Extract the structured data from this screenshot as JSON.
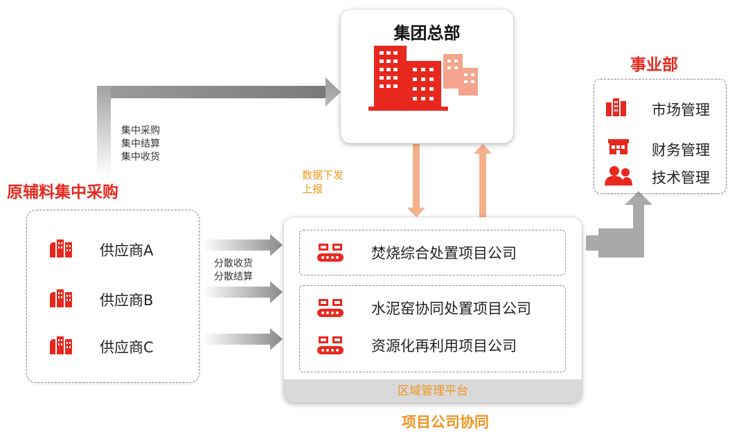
{
  "hq": {
    "title": "集团总部"
  },
  "business_dept": {
    "title": "事业部",
    "items": [
      "市场管理",
      "财务管理",
      "技术管理"
    ]
  },
  "procurement": {
    "title": "原辅料集中采购",
    "central_notes": [
      "集中采购",
      "集中结算",
      "集中收货"
    ],
    "suppliers": [
      "供应商A",
      "供应商B",
      "供应商C"
    ],
    "dispersed_notes": [
      "分散收货",
      "分散结算"
    ]
  },
  "data_flow": {
    "lines": [
      "数据下发",
      "上报"
    ]
  },
  "project": {
    "top_company": "焚烧综合处置项目公司",
    "companies": [
      "水泥窑协同处置项目公司",
      "资源化再利用项目公司"
    ],
    "platform": "区域管理平台",
    "title": "项目公司协同"
  },
  "colors": {
    "red": "#e8281f",
    "orange": "#f0941e",
    "salmon": "#f5b08c",
    "gray_arrow": "#8e8e8e",
    "platform_bar": "#d9d9d9"
  }
}
